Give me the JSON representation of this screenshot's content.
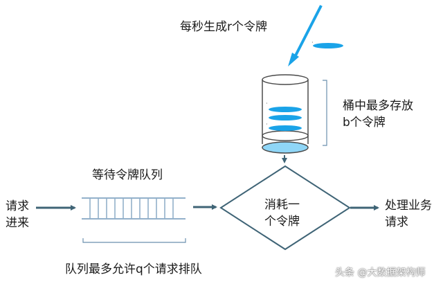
{
  "labels": {
    "token_rate": "每秒生成r个令牌",
    "bucket_capacity_line1": "桶中最多存放",
    "bucket_capacity_line2": "b个令牌",
    "queue_title": "等待令牌队列",
    "request_in_line1": "请求",
    "request_in_line2": "进来",
    "consume_line1": "消耗一",
    "consume_line2": "个令牌",
    "process_line1": "处理业务",
    "process_line2": "请求",
    "queue_limit": "队列最多允许q个请求排队"
  },
  "watermark": "头条 @大数据架构师",
  "colors": {
    "line": "#4a6b7f",
    "arrow": "#3f6476",
    "token": "#1aa3e8",
    "token_light": "#8fd6f7",
    "bracket": "#6a8fae",
    "queue": "#6f96b8"
  },
  "icons": [
    "token-icon",
    "bucket-icon",
    "queue-icon",
    "diamond-decision-icon",
    "arrow-icon",
    "brace-icon"
  ]
}
